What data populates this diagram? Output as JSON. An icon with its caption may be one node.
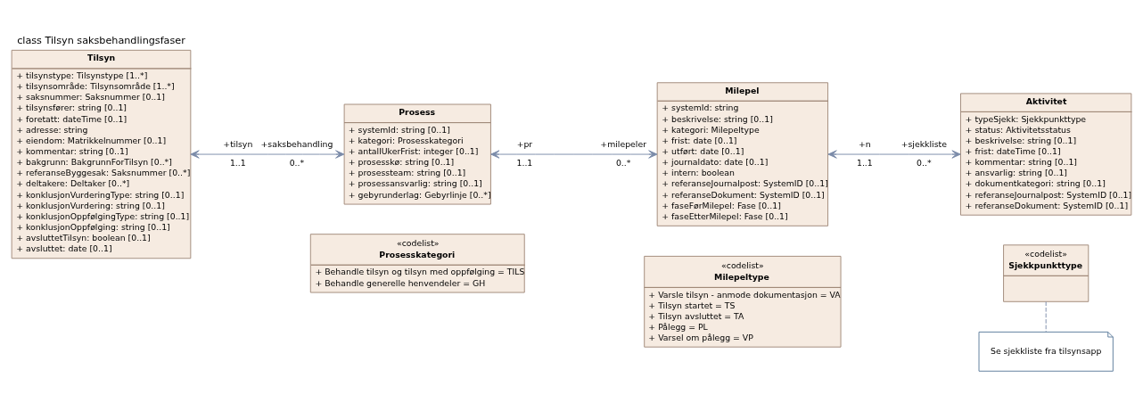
{
  "diagram": {
    "title": "class Tilsyn saksbehandlingsfaser",
    "nodes": [
      {
        "text": [
          "Tilsyn",
          "+ tilsynstype: Tilsynstype [1..*]",
          "+ tilsynsområde: Tilsynsområde [1..*]",
          "+ saksnummer: Saksnummer [0..1]",
          "+ tilsynsfører: string [0..1]",
          "+ foretatt: dateTime [0..1]",
          "+ adresse: string",
          "+ eiendom: Matrikkelnummer [0..1]",
          "+ kommentar: string [0..1]",
          "+ bakgrunn: BakgrunnForTilsyn [0..*]",
          "+ referanseByggesak: Saksnummer [0..*]",
          "+ deltakere: Deltaker [0..*]",
          "+ konklusjonVurderingType: string [0..1]",
          "+ konklusjonVurdering: string [0..1]",
          "+ konklusjonOppfølgingType: string [0..1]",
          "+ konklusjonOppfølging: string [0..1]",
          "+ avsluttetTilsyn: boolean [0..1]",
          "+ avsluttet: date [0..1]"
        ]
      },
      {
        "text": [
          "Prosess",
          "+ systemId: string [0..1]",
          "+ kategori: Prosesskategori",
          "+ antallUkerFrist: integer [0..1]",
          "+ prosesskø: string [0..1]",
          "+ prosessteam: string [0..1]",
          "+ prosessansvarlig: string [0..1]",
          "+ gebyrunderlag: Gebyrlinje [0..*]"
        ]
      },
      {
        "text": [
          "Milepel",
          "+ systemId: string",
          "+ beskrivelse: string [0..1]",
          "+ kategori: Milepeltype",
          "+ frist: date [0..1]",
          "+ utført: date [0..1]",
          "+ journaldato: date [0..1]",
          "+ intern: boolean",
          "+ referanseJournalpost: SystemID [0..1]",
          "+ referanseDokument: SystemID [0..1]",
          "+ faseFørMilepel: Fase [0..1]",
          "+ faseEtterMilepel: Fase [0..1]"
        ]
      },
      {
        "text": [
          "Aktivitet",
          "+ typeSjekk: Sjekkpunkttype",
          "+ status: Aktivitetsstatus",
          "+ beskrivelse: string [0..1]",
          "+ frist: dateTime [0..1]",
          "+ kommentar: string [0..1]",
          "+ ansvarlig: string [0..1]",
          "+ dokumentkategori: string [0..1]",
          "+ referanseJournalpost: SystemID [0..1]",
          "+ referanseDokument: SystemID [0..1]"
        ]
      },
      {
        "text": [
          "«codelist»",
          "Prosesskategori",
          "+ Behandle tilsyn og tilsyn med oppfølging = TILS",
          "+ Behandle generelle henvendeler = GH"
        ]
      },
      {
        "text": [
          "«codelist»",
          "Milepeltype",
          "+ Varsle tilsyn - anmode dokumentasjon = VA",
          "+ Tilsyn startet = TS",
          "+ Tilsyn avsluttet = TA",
          "+ Pålegg = PL",
          "+ Varsel om pålegg = VP"
        ]
      },
      {
        "text": [
          "«codelist»",
          "Sjekkpunkttype"
        ]
      },
      {
        "text": [
          "Se sjekkliste fra tilsynsapp"
        ]
      }
    ],
    "edges": [
      {
        "from": 0,
        "to": 1,
        "arrow": "both"
      },
      {
        "from": 1,
        "to": 2,
        "arrow": "both"
      },
      {
        "from": 2,
        "to": 3,
        "arrow": "both"
      },
      {
        "from": 6,
        "to": 7,
        "arrow": "none",
        "style": "dashed"
      }
    ],
    "labels": [
      "+tilsyn",
      "+saksbehandling",
      "1..1",
      "0..*",
      "+pr",
      "+milepeler",
      "1..1",
      "0..*",
      "+n",
      "+sjekkliste",
      "1..1",
      "0..*"
    ]
  }
}
